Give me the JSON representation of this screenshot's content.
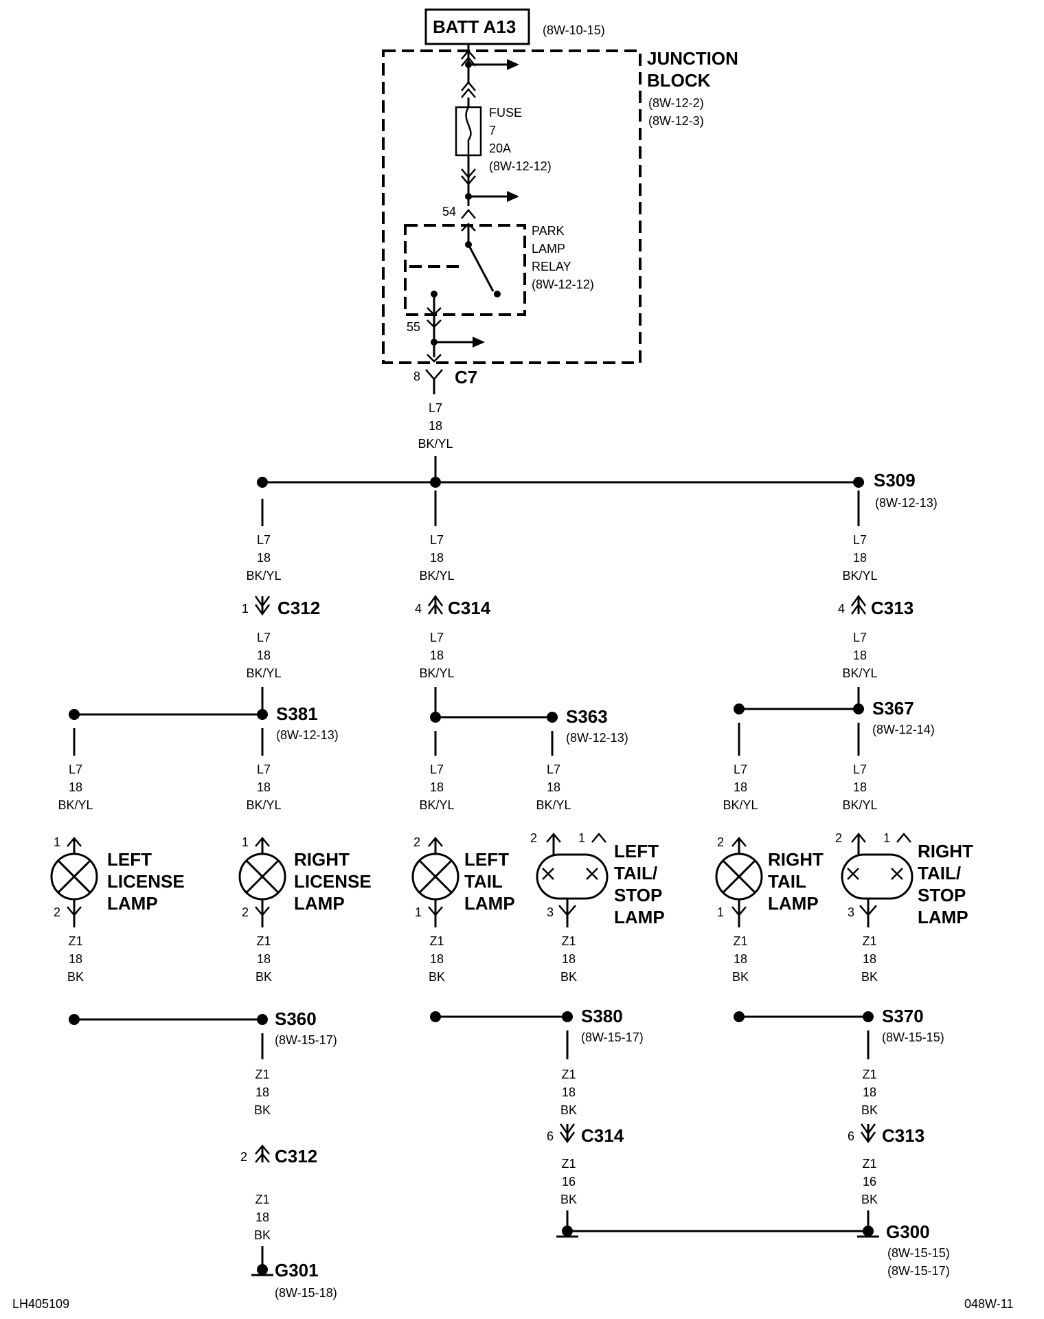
{
  "batt": {
    "label": "BATT A13",
    "ref": "(8W-10-15)"
  },
  "junction": {
    "title1": "JUNCTION",
    "title2": "BLOCK",
    "ref1": "(8W-12-2)",
    "ref2": "(8W-12-3)"
  },
  "fuse": {
    "l1": "FUSE",
    "l2": "7",
    "l3": "20A",
    "ref": "(8W-12-12)"
  },
  "relay": {
    "l1": "PARK",
    "l2": "LAMP",
    "l3": "RELAY",
    "ref": "(8W-12-12)",
    "pin_in": "54",
    "pin_out": "55"
  },
  "c7": {
    "label": "C7",
    "pin": "8"
  },
  "wires": {
    "l7": {
      "circuit": "L7",
      "gauge": "18",
      "color": "BK/YL"
    },
    "z1": {
      "circuit": "Z1",
      "gauge": "18",
      "color": "BK"
    },
    "z1b": {
      "circuit": "Z1",
      "gauge": "16",
      "color": "BK"
    }
  },
  "splices": {
    "s309": {
      "label": "S309",
      "ref": "(8W-12-13)"
    },
    "s381": {
      "label": "S381",
      "ref": "(8W-12-13)"
    },
    "s363": {
      "label": "S363",
      "ref": "(8W-12-13)"
    },
    "s367": {
      "label": "S367",
      "ref": "(8W-12-14)"
    },
    "s360": {
      "label": "S360",
      "ref": "(8W-15-17)"
    },
    "s380": {
      "label": "S380",
      "ref": "(8W-15-17)"
    },
    "s370": {
      "label": "S370",
      "ref": "(8W-15-15)"
    }
  },
  "connectors": {
    "c312a": {
      "label": "C312",
      "pin": "1"
    },
    "c314a": {
      "label": "C314",
      "pin": "4"
    },
    "c313a": {
      "label": "C313",
      "pin": "4"
    },
    "c312b": {
      "label": "C312",
      "pin": "2"
    },
    "c314b": {
      "label": "C314",
      "pin": "6"
    },
    "c313b": {
      "label": "C313",
      "pin": "6"
    }
  },
  "lamps": {
    "left_license": {
      "l1": "LEFT",
      "l2": "LICENSE",
      "l3": "LAMP",
      "pin_top": "1",
      "pin_bot": "2"
    },
    "right_license": {
      "l1": "RIGHT",
      "l2": "LICENSE",
      "l3": "LAMP",
      "pin_top": "1",
      "pin_bot": "2"
    },
    "left_tail": {
      "l1": "LEFT",
      "l2": "TAIL",
      "l3": "LAMP",
      "pin_top": "2",
      "pin_bot": "1"
    },
    "left_tail_stop": {
      "l1": "LEFT",
      "l2": "TAIL/",
      "l3": "STOP",
      "l4": "LAMP",
      "pin_a": "2",
      "pin_b": "1",
      "pin_bot": "3"
    },
    "right_tail": {
      "l1": "RIGHT",
      "l2": "TAIL",
      "l3": "LAMP",
      "pin_top": "2",
      "pin_bot": "1"
    },
    "right_tail_stop": {
      "l1": "RIGHT",
      "l2": "TAIL/",
      "l3": "STOP",
      "l4": "LAMP",
      "pin_a": "2",
      "pin_b": "1",
      "pin_bot": "3"
    }
  },
  "grounds": {
    "g301": {
      "label": "G301",
      "ref": "(8W-15-18)"
    },
    "g300": {
      "label": "G300",
      "ref1": "(8W-15-15)",
      "ref2": "(8W-15-17)"
    }
  },
  "footer": {
    "left": "LH405109",
    "right": "048W-11"
  }
}
